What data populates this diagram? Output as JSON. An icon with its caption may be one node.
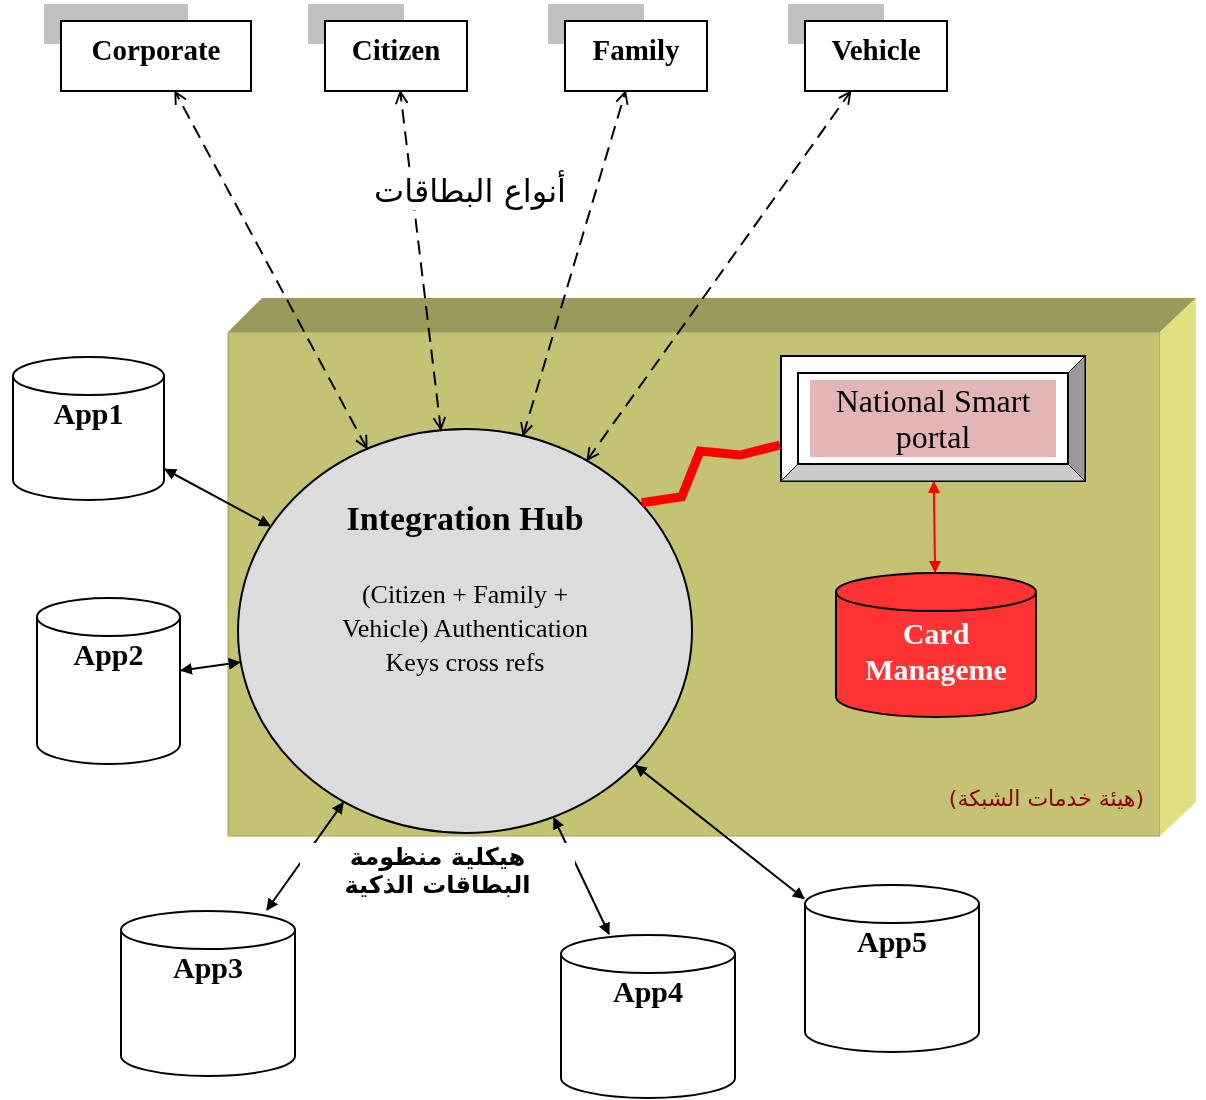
{
  "diagram": {
    "title": "هيكلية منظومة البطاقات الذكية",
    "nodes": [
      {
        "text": [
          "Corporate"
        ]
      },
      {
        "text": [
          "Citizen"
        ]
      },
      {
        "text": [
          "Family"
        ]
      },
      {
        "text": [
          "Vehicle"
        ]
      },
      {
        "text": [
          "(هيئة خدمات الشبكة)"
        ]
      },
      {
        "text": [
          "Integration Hub",
          "(Citizen + Family + Vehicle) Authentication Keys cross refs"
        ],
        "in": 4
      },
      {
        "text": [
          "National Smart portal"
        ],
        "in": 4
      },
      {
        "text": [
          "Card Manageme"
        ],
        "in": 4
      },
      {
        "text": [
          "App1"
        ]
      },
      {
        "text": [
          "App2"
        ]
      },
      {
        "text": [
          "App3"
        ]
      },
      {
        "text": [
          "App4"
        ]
      },
      {
        "text": [
          "App5"
        ]
      }
    ],
    "edges": [
      {
        "from": 5,
        "to": 0,
        "arrow": "both",
        "style": "dashed"
      },
      {
        "from": 5,
        "to": 1,
        "arrow": "both",
        "style": "dashed"
      },
      {
        "from": 5,
        "to": 2,
        "arrow": "both",
        "style": "dashed"
      },
      {
        "from": 5,
        "to": 3,
        "arrow": "both",
        "style": "dashed"
      },
      {
        "from": 6,
        "to": 5,
        "arrow": "none",
        "style": "thick",
        "color": "#ff0000"
      },
      {
        "from": 6,
        "to": 7,
        "arrow": "both",
        "color": "#ff0000"
      },
      {
        "from": 5,
        "to": 8,
        "arrow": "both"
      },
      {
        "from": 5,
        "to": 9,
        "arrow": "both"
      },
      {
        "from": 5,
        "to": 10,
        "arrow": "both"
      },
      {
        "from": 5,
        "to": 11,
        "arrow": "both"
      },
      {
        "from": 5,
        "to": 12,
        "arrow": "both"
      }
    ],
    "labels": [
      "أنواع البطاقات"
    ]
  }
}
